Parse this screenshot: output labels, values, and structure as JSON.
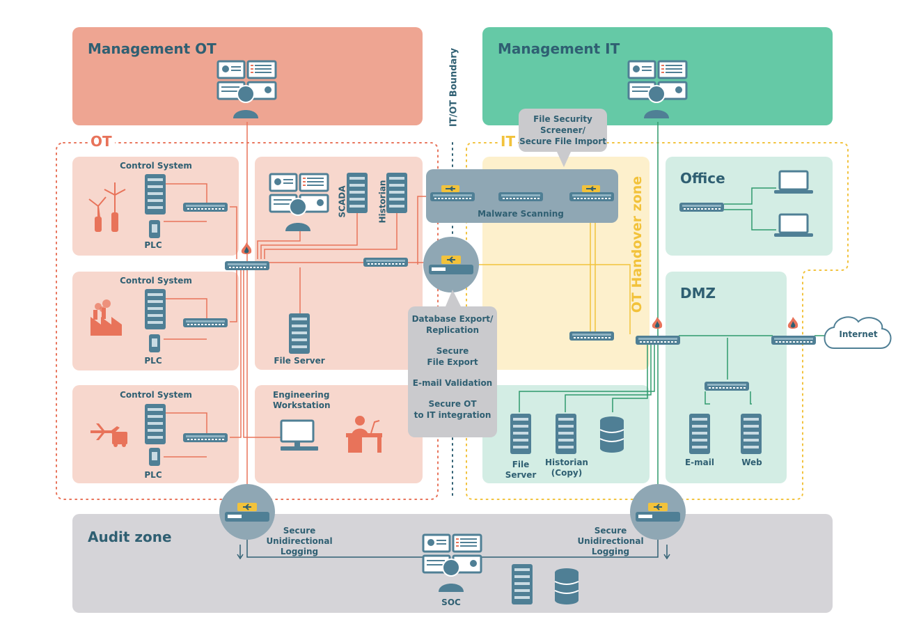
{
  "zones": {
    "mgmt_ot": "Management OT",
    "mgmt_it": "Management IT",
    "ot": "OT",
    "it": "IT",
    "boundary": "IT/OT Boundary",
    "handover": "OT Handover zone",
    "office": "Office",
    "dmz": "DMZ",
    "audit": "Audit zone"
  },
  "ot_cells": {
    "control_system_1": "Control System",
    "control_system_2": "Control System",
    "control_system_3": "Control System",
    "plc_1": "PLC",
    "plc_2": "PLC",
    "plc_3": "PLC",
    "scada": "SCADA",
    "historian": "Historian",
    "file_server": "File Server",
    "engineering_workstation": "Engineering Workstation"
  },
  "handover": {
    "malware_scanning": "Malware Scanning",
    "file_security_screener": [
      "File Security",
      "Screener/",
      "Secure File Import"
    ]
  },
  "export_callout": [
    [
      "Database Export/",
      "Replication"
    ],
    [
      "Secure",
      "File Export"
    ],
    [
      "E-mail Validation"
    ],
    [
      "Secure OT",
      "to IT integration"
    ]
  ],
  "it_cells": {
    "file_server": [
      "File",
      "Server"
    ],
    "historian_copy": [
      "Historian",
      "(Copy)"
    ],
    "email": "E-mail",
    "web": "Web",
    "internet": "Internet"
  },
  "audit": {
    "logging_left": [
      "Secure",
      "Unidirectional",
      "Logging"
    ],
    "logging_right": [
      "Secure",
      "Unidirectional",
      "Logging"
    ],
    "soc": "SOC"
  },
  "colors": {
    "ot_red": "#e8735a",
    "ot_pink": "#f7d7cd",
    "mgmt_ot": "#eea592",
    "mgmt_it": "#65c9a6",
    "it_green": "#2e9a6c",
    "it_mint": "#d3ede4",
    "handover_yellow": "#fdf0cc",
    "audit_grey": "#d5d4d8",
    "device_blue": "#4f7f95",
    "title_blue": "#2f5f72",
    "yellow_line": "#f2c23b"
  }
}
